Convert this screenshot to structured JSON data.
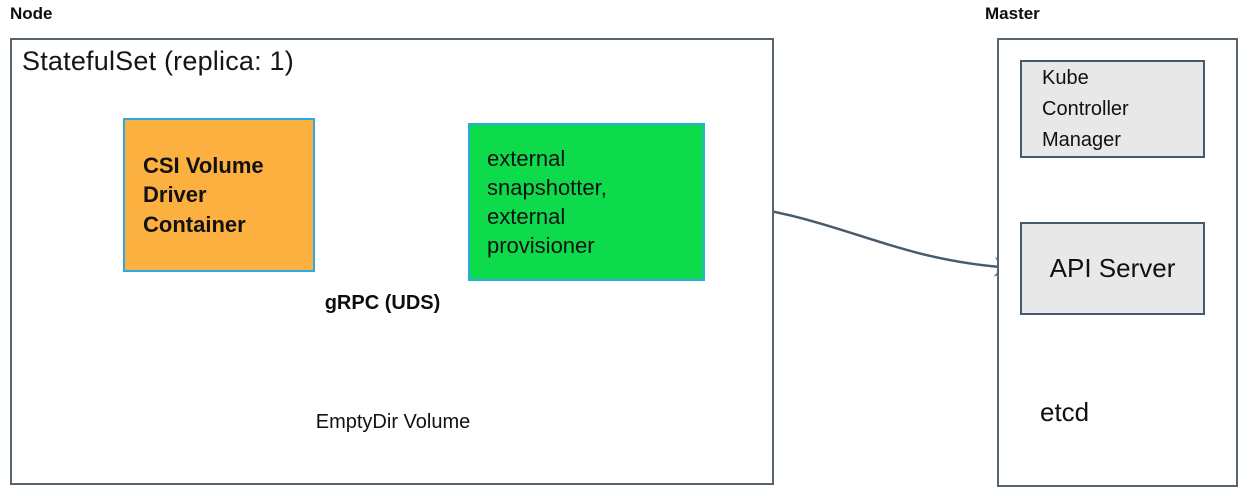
{
  "node": {
    "label": "Node",
    "statefulset_title": "StatefulSet (replica: 1)",
    "csi_driver_box_label": "CSI Volume Driver Container",
    "sidecar_box_label": "external snapshotter, external provisioner",
    "grpc_label": "gRPC (UDS)",
    "emptydir_label": "EmptyDir Volume"
  },
  "master": {
    "label": "Master",
    "kube_controller_manager_label": "Kube Controller Manager",
    "api_server_label": "API Server",
    "etcd_label": "etcd"
  },
  "colors": {
    "csi_fill": "#fbb040",
    "sidecar_fill": "#0ddb4b",
    "box_border": "#29abe2",
    "line": "#47596b",
    "gray_fill": "#e8e8e8",
    "boundary_border": "#56646f"
  }
}
